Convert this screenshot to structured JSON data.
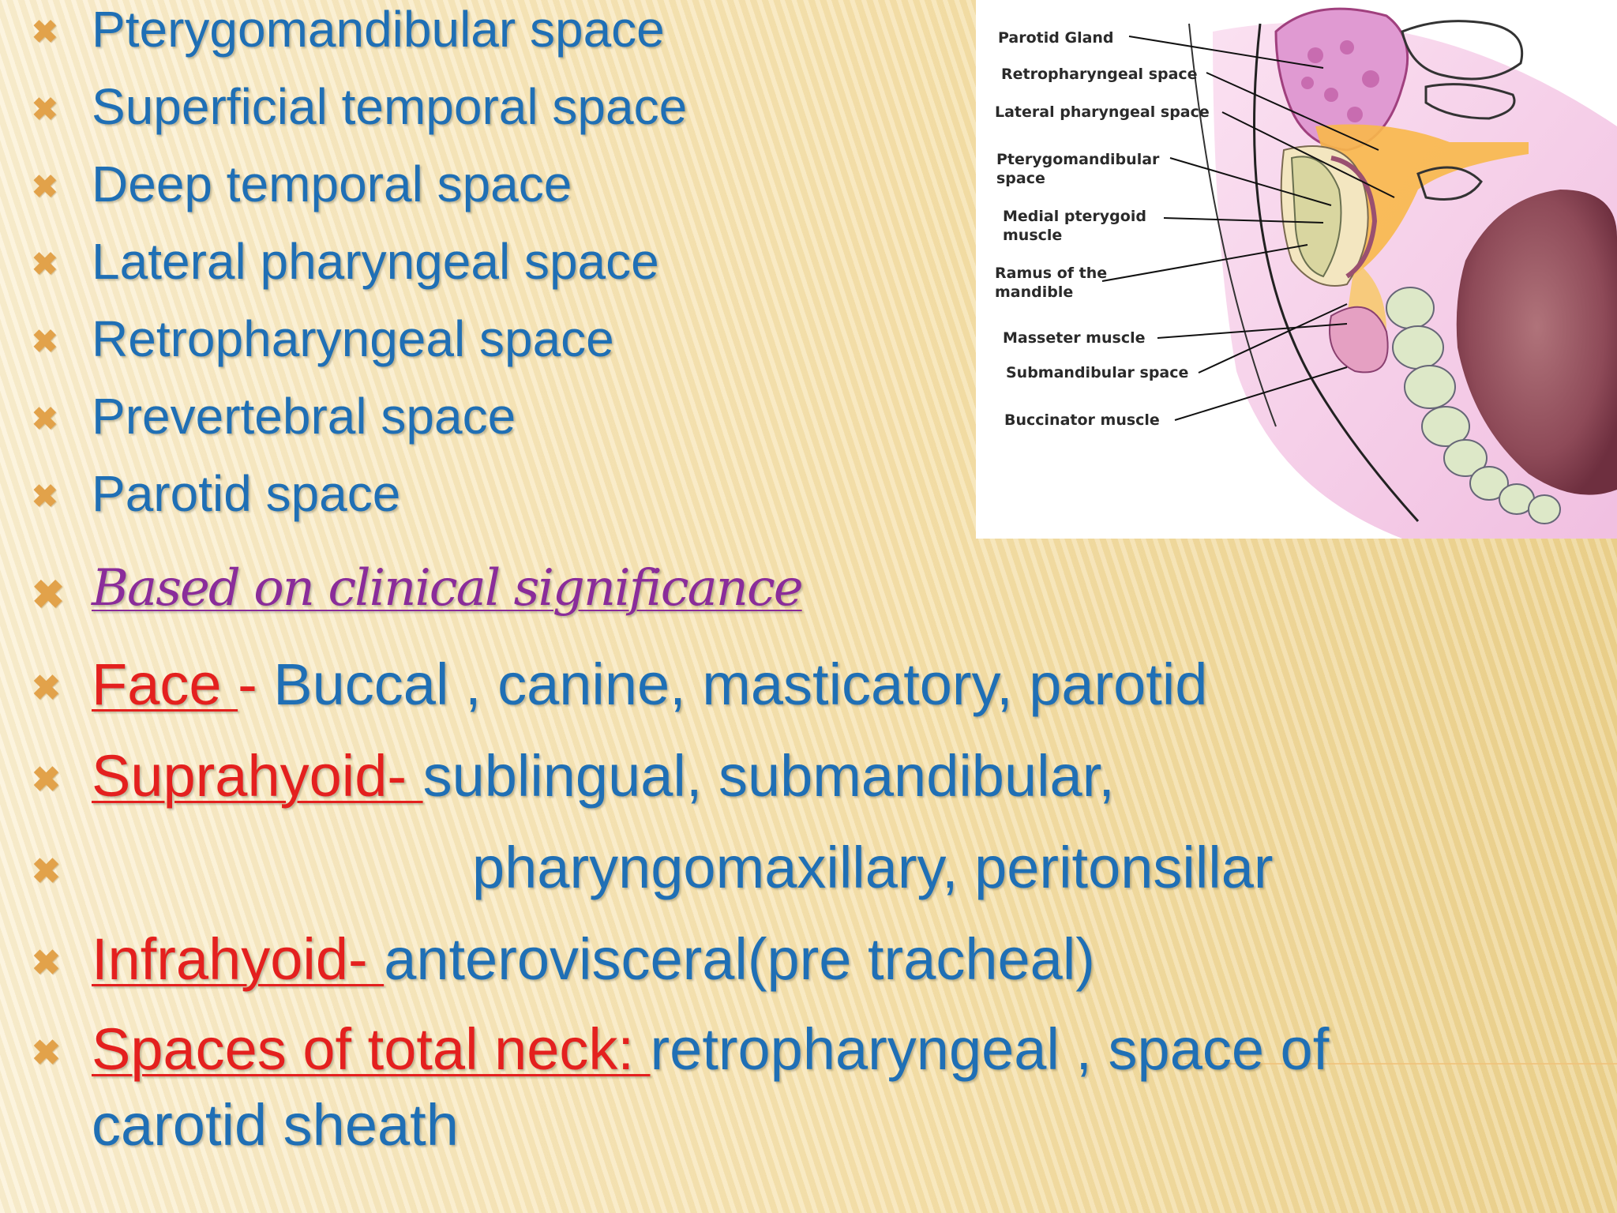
{
  "top_list": [
    "Pterygomandibular space",
    "Superficial temporal space",
    "Deep temporal space",
    "Lateral pharyngeal space",
    "Retropharyngeal space",
    "Prevertebral space",
    "Parotid space"
  ],
  "clinical_heading": "Based on clinical significance",
  "clinical": {
    "face": {
      "label": "Face ",
      "dash": "-",
      "text": " Buccal , canine, masticatory, parotid"
    },
    "suprahyoid": {
      "label": "Suprahyoid- ",
      "text": " sublingual, submandibular,"
    },
    "suprahyoid_cont": "pharyngomaxillary, peritonsillar",
    "infrahyoid": {
      "label": "Infrahyoid- ",
      "text": "anterovisceral(pre tracheal)"
    },
    "total_neck": {
      "label": "Spaces of total neck: ",
      "text": "retropharyngeal , space of",
      "text_line2": "carotid sheath"
    }
  },
  "bullet_glyph": "✖",
  "diagram_labels": {
    "parotid_gland": "Parotid Gland",
    "retropharyngeal": "Retropharyngeal space",
    "lateral_pharyngeal": "Lateral pharyngeal space",
    "pterygomandibular_1": "Pterygomandibular",
    "pterygomandibular_2": "space",
    "medial_pterygoid_1": "Medial pterygoid",
    "medial_pterygoid_2": "muscle",
    "ramus_1": "Ramus of the",
    "ramus_2": "mandible",
    "masseter": "Masseter muscle",
    "submandibular": "Submandibular space",
    "buccinator": "Buccinator muscle"
  },
  "colors": {
    "body_text": "#1f6fb5",
    "category_text": "#e4201e",
    "heading_text": "#8a2c9a",
    "bullet": "#e2a24a"
  }
}
